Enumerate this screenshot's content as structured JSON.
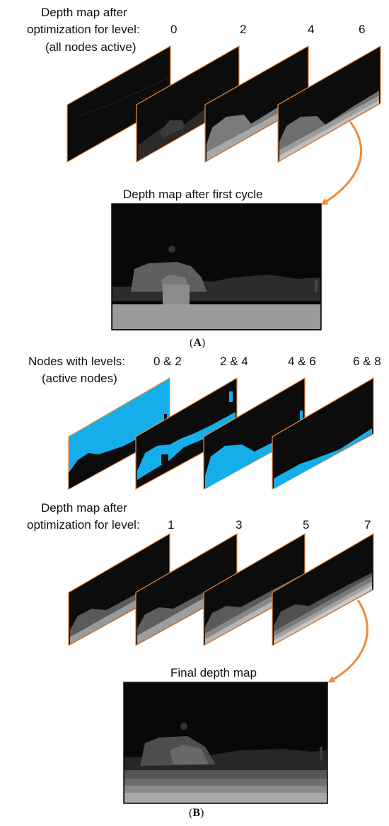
{
  "section_a": {
    "row_label_line1": "Depth map after",
    "row_label_line2": "optimization for level:",
    "row_label_line3": "(all nodes active)",
    "levels": [
      "0",
      "2",
      "4",
      "6"
    ],
    "result_caption": "Depth map after first cycle",
    "panel_open": "(",
    "panel_letter": "A",
    "panel_close": ")"
  },
  "section_b": {
    "nodes_label_line1": "Nodes with levels:",
    "nodes_label_line2": "(active nodes)",
    "node_levels": [
      "0 & 2",
      "2 & 4",
      "4 & 6",
      "6 & 8"
    ],
    "row_label_line1": "Depth map after",
    "row_label_line2": "optimization for level:",
    "levels": [
      "1",
      "3",
      "5",
      "7"
    ],
    "result_caption": "Final depth map",
    "panel_open": "(",
    "panel_letter": "B",
    "panel_close": ")"
  },
  "colors": {
    "frame_orange": "#f08a3a",
    "arrow_orange": "#f08a3a",
    "node_blue": "#16aeea",
    "background_dark": "#0b0b0b"
  }
}
